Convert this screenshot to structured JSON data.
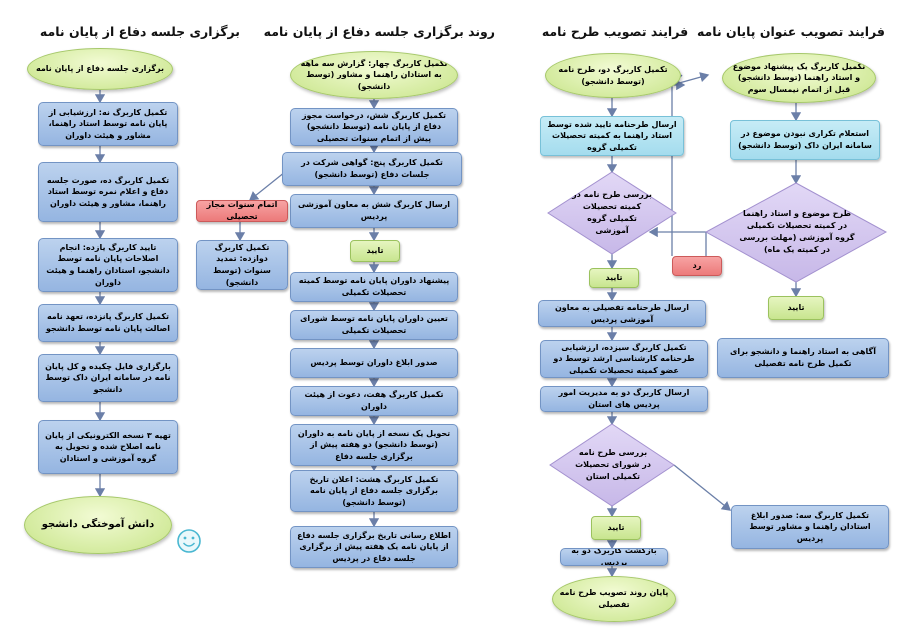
{
  "headers": {
    "col1": "برگزاری جلسه دفاع از پایان نامه",
    "col2": "روند برگزاری جلسه دفاع از پایان نامه",
    "col3": "فرایند تصویب طرح نامه",
    "col4": "فرایند تصویب عنوان پایان نامه"
  },
  "col4": {
    "start": "تکمیل کاربرگ یک پیشنهاد موضوع و استاد راهنما (توسط دانشجو) قبل از اتمام نیمسال سوم",
    "step1": "استعلام تکراری نبودن موضوع در سامانه ایران داک (توسط دانشجو)",
    "decision": "طرح موضوع و استاد راهنما در کمیته تحصیلات تکمیلی گروه آموزشی (مهلت بررسی در کمیته یک ماه)",
    "approve": "تایید",
    "notify": "آگاهی به استاد راهنما و دانشجو برای تکمیل طرح نامه تفصیلی"
  },
  "col3": {
    "start": "تکمیل کاربرگ دو، طرح نامه (توسط دانشجو)",
    "step1": "ارسال طرحنامه تایید شده توسط استاد راهنما به کمیته تحصیلات تکمیلی گروه",
    "decision1": "بررسی طرح نامه در کمیته تحصیلات تکمیلی گروه آموزشی",
    "approve1": "تایید",
    "reject": "رد",
    "step2": "ارسال طرحنامه تفصیلی به معاون آموزشی پردیس",
    "step3": "تکمیل کاربرگ سیزده، ارزشیابی طرحنامه کارشناسی ارشد توسط دو عضو کمیته تحصیلات تکمیلی",
    "step4": "ارسال کاربرگ دو به مدیریت امور پردیس های استان",
    "decision2": "بررسی طرح نامه در شورای تحصیلات تکمیلی استان",
    "approve2": "تایید",
    "side": "تکمیل کاربرگ سه: صدور ابلاغ استادان راهنما و مشاور توسط پردیس",
    "step5": "بازگشت کاربرگ دو به پردیس",
    "end": "پایان روند تصویب طرح نامه تفصیلی"
  },
  "col2": {
    "start": "تکمیل کاربرگ چهار: گزارش سه ماهه به استادان راهنما و مشاور (توسط دانشجو)",
    "s1": "تکمیل کاربرگ شش، درخواست مجوز دفاع از پایان نامه (توسط دانشجو) پیش از اتمام سنوات تحصیلی",
    "s2": "تکمیل کاربرگ پنج: گواهی شرکت در جلسات دفاع (توسط دانشجو)",
    "s3": "ارسال کاربرگ شش به معاون آموزشی پردیس",
    "approve": "تایید",
    "s4": "پیشنهاد داوران پایان نامه توسط کمیته تحصیلات تکمیلی",
    "s5": "تعیین داوران پایان نامه توسط شورای تحصیلات تکمیلی",
    "s6": "صدور ابلاغ داوران توسط پردیس",
    "s7": "تکمیل کاربرگ هفت، دعوت از هیئت داوران",
    "s8": "تحویل یک نسخه از پایان نامه به داوران (توسط دانشجو) دو هفته پیش از برگزاری جلسه دفاع",
    "s9": "تکمیل کاربرگ هشت: اعلان تاریخ برگزاری جلسه دفاع از پایان نامه (توسط دانشجو)",
    "s10": "اطلاع رسانی تاریخ برگزاری جلسه دفاع از پایان نامه یک هفته پیش از برگزاری جلسه دفاع در پردیس",
    "extra_red": "اتمام سنوات مجاز تحصیلی",
    "extra_blue": "تکمیل کاربرگ دوازده: تمدید سنوات (توسط دانشجو)"
  },
  "col1": {
    "start": "برگزاری جلسه دفاع از پایان نامه",
    "s1": "تکمیل کاربرگ نه: ارزشیابی از پایان نامه توسط استاد راهنما، مشاور و هیئت داوران",
    "s2": "تکمیل کاربرگ ده، صورت جلسه دفاع و اعلام نمره توسط استاد راهنما، مشاور و هیئت داوران",
    "s3": "تایید کاربرگ یازده: انجام اصلاحات پایان نامه توسط دانشجو، استادان راهنما و هیئت داوران",
    "s4": "تکمیل کاربرگ پانزده، تعهد نامه اصالت پایان نامه توسط دانشجو",
    "s5": "بارگزاری فایل چکیده و کل پایان نامه در سامانه ایران داک توسط دانشجو",
    "s6": "تهیه ۳ نسخه الکترونیکی از پایان نامه اصلاح شده و تحویل به گروه آموزشی و استادان",
    "end": "دانش آموختگی دانشجو",
    "smiley": "smiley-icon"
  },
  "colors": {
    "box_blue": "#a9c4e8",
    "box_cyan": "#b5e4f2",
    "oval_green": "#d4eb9f",
    "diamond_purple": "#d5c8ee",
    "reject_red": "#ec7a7a",
    "arrow": "#6b7fa8"
  }
}
